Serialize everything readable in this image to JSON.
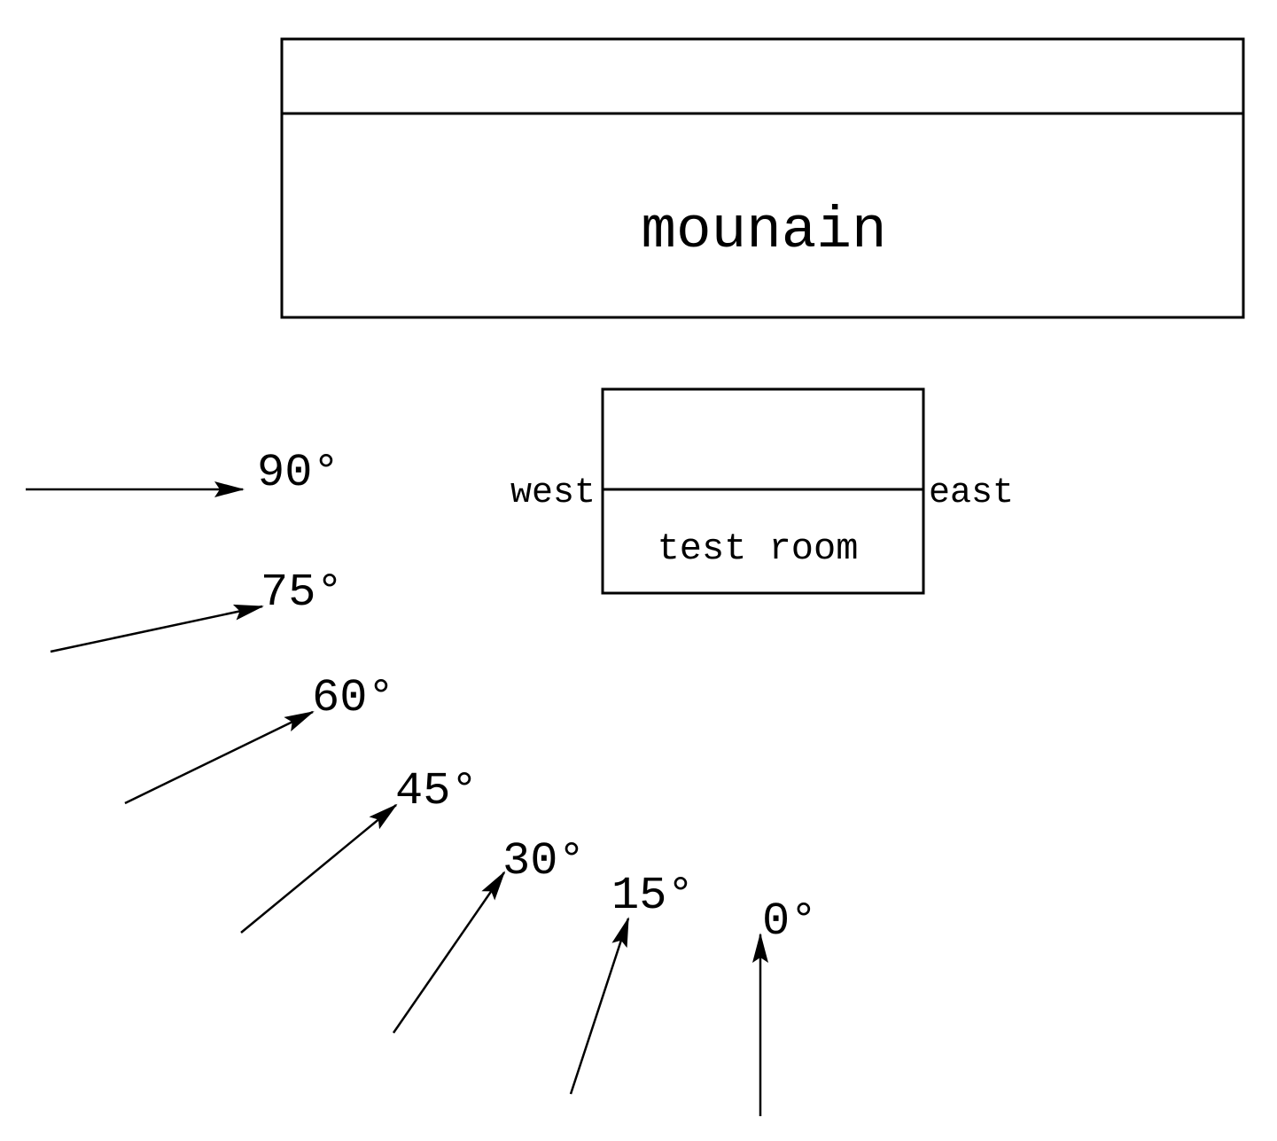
{
  "mountain": {
    "label": "mounain"
  },
  "room": {
    "label": "test room",
    "west_label": "west",
    "east_label": "east"
  },
  "angles": [
    {
      "label": "90°"
    },
    {
      "label": "75°"
    },
    {
      "label": "60°"
    },
    {
      "label": "45°"
    },
    {
      "label": "30°"
    },
    {
      "label": "15°"
    },
    {
      "label": "0°"
    }
  ],
  "colors": {
    "stroke": "#000000",
    "background": "#ffffff"
  }
}
